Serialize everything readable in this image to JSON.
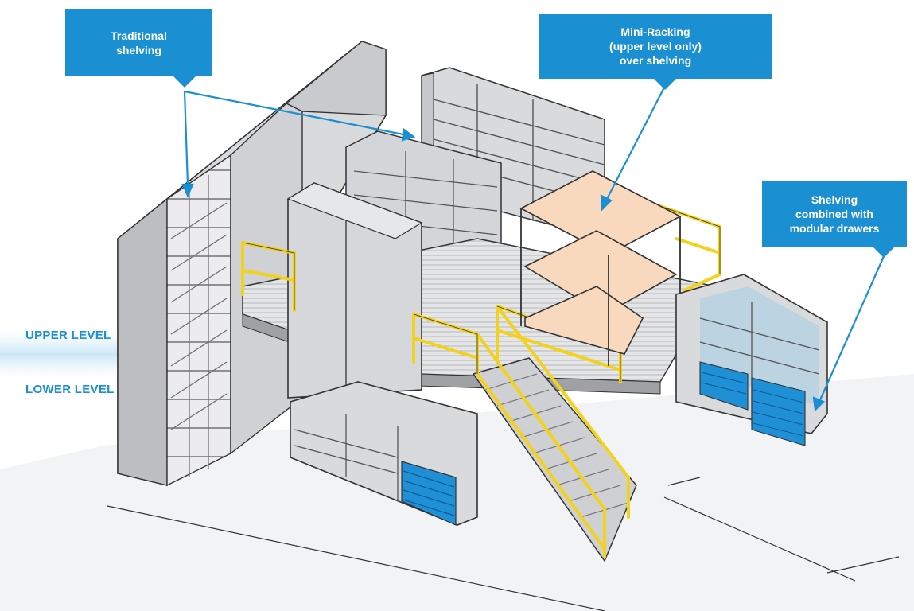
{
  "callouts": {
    "traditional": {
      "line1": "Traditional",
      "line2": "shelving"
    },
    "mini_racking": {
      "line1": "Mini-Racking",
      "line2": "(upper level only)",
      "line3": "over shelving"
    },
    "drawers": {
      "line1": "Shelving",
      "line2": "combined with",
      "line3": "modular drawers"
    }
  },
  "levels": {
    "upper": "UPPER LEVEL",
    "lower": "LOWER LEVEL"
  },
  "colors": {
    "accent": "#1a8fd1",
    "shelf_grey": "#d9dadc",
    "railing_yellow": "#f2d21b",
    "mini_rack": "#f9d9bd",
    "drawer_blue": "#1f8fd6"
  }
}
